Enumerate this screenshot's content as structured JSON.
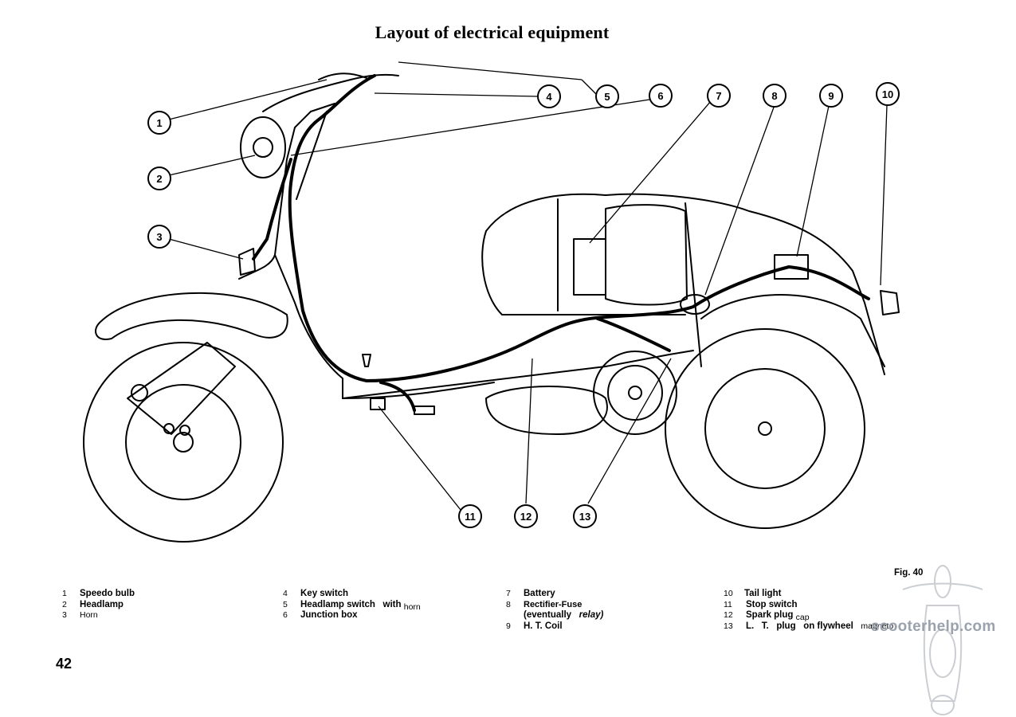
{
  "title": "Layout of electrical equipment",
  "callouts": [
    "1",
    "2",
    "3",
    "4",
    "5",
    "6",
    "7",
    "8",
    "9",
    "10",
    "11",
    "12",
    "13"
  ],
  "legend": {
    "col1": [
      {
        "num": "1",
        "label": "Speedo bulb"
      },
      {
        "num": "2",
        "label": "Headlamp"
      },
      {
        "num": "3",
        "label": "Horn"
      }
    ],
    "col2": [
      {
        "num": "4",
        "label": "Key switch"
      },
      {
        "num": "5",
        "label": "Headlamp switch   with",
        "extra": "horn"
      },
      {
        "num": "6",
        "label": "Junction box"
      }
    ],
    "col3": [
      {
        "num": "7",
        "label": "Battery"
      },
      {
        "num": "8",
        "label": "Rectifier-Fuse",
        "line2": "(eventually",
        "line2_italic": "relay)"
      },
      {
        "num": "9",
        "label": "H. T. Coil"
      }
    ],
    "col4": [
      {
        "num": "10",
        "label": "Tail light"
      },
      {
        "num": "11",
        "label": "Stop switch"
      },
      {
        "num": "12",
        "label": "Spark plug",
        "extra": "cap"
      },
      {
        "num": "13",
        "label": "L.   T.   plug   on flywheel",
        "extra": "magneto"
      }
    ]
  },
  "figure_label": "Fig. 40",
  "page_number": "42",
  "watermark": "scooterhelp.com"
}
